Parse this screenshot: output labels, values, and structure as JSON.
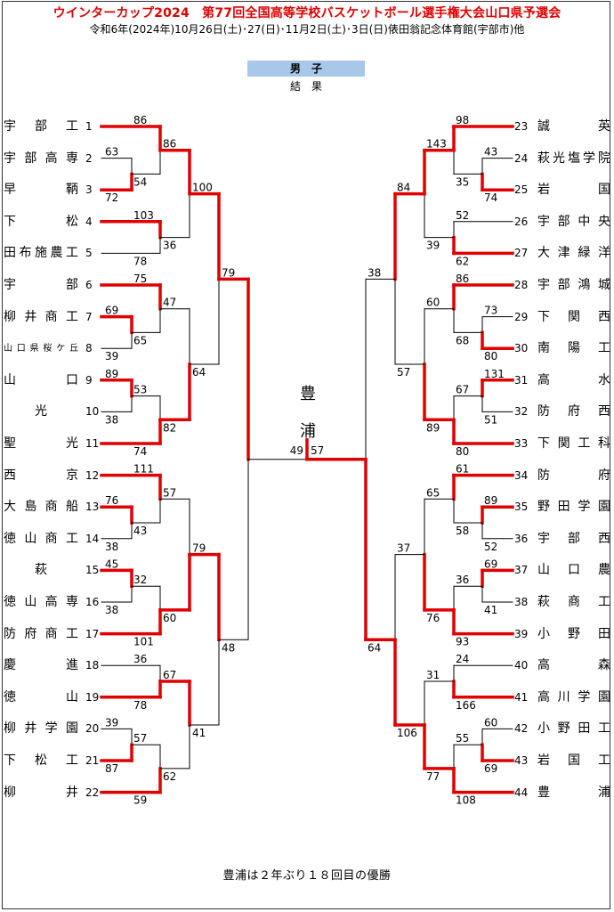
{
  "header": {
    "title": "ウインターカップ2024　第77回全国高等学校バスケットボール選手権大会山口県予選会",
    "subtitle": "令和6年(2024年)10月26日(土)･27(日)･11月2日(土)･3日(日)俵田翁記念体育館(宇部市)他",
    "division": "男　子",
    "results_label": "結　果"
  },
  "champion": {
    "line1": "豊",
    "line2": "浦"
  },
  "footer": "豊浦は２年ぶり１８回目の優勝",
  "colors": {
    "title": "#e00000",
    "winner_line": "#e00000",
    "loser_line": "#000000",
    "division_bg": "#a7c8e8"
  },
  "left_teams": [
    {
      "seed": "1",
      "name": "宇部工"
    },
    {
      "seed": "2",
      "name": "宇部高専"
    },
    {
      "seed": "3",
      "name": "早鞆"
    },
    {
      "seed": "4",
      "name": "下松"
    },
    {
      "seed": "5",
      "name": "田布施農工"
    },
    {
      "seed": "6",
      "name": "宇部"
    },
    {
      "seed": "7",
      "name": "柳井商工"
    },
    {
      "seed": "8",
      "name": "山口県桜ケ丘"
    },
    {
      "seed": "9",
      "name": "山口"
    },
    {
      "seed": "10",
      "name": "光"
    },
    {
      "seed": "11",
      "name": "聖光"
    },
    {
      "seed": "12",
      "name": "西京"
    },
    {
      "seed": "13",
      "name": "大島商船"
    },
    {
      "seed": "14",
      "name": "徳山商工"
    },
    {
      "seed": "15",
      "name": "萩"
    },
    {
      "seed": "16",
      "name": "徳山高専"
    },
    {
      "seed": "17",
      "name": "防府商工"
    },
    {
      "seed": "18",
      "name": "慶進"
    },
    {
      "seed": "19",
      "name": "徳山"
    },
    {
      "seed": "20",
      "name": "柳井学園"
    },
    {
      "seed": "21",
      "name": "下松工"
    },
    {
      "seed": "22",
      "name": "柳井"
    }
  ],
  "right_teams": [
    {
      "seed": "23",
      "name": "誠英"
    },
    {
      "seed": "24",
      "name": "萩光塩学院"
    },
    {
      "seed": "25",
      "name": "岩国"
    },
    {
      "seed": "26",
      "name": "宇部中央"
    },
    {
      "seed": "27",
      "name": "大津緑洋"
    },
    {
      "seed": "28",
      "name": "宇部鴻城"
    },
    {
      "seed": "29",
      "name": "下関西"
    },
    {
      "seed": "30",
      "name": "南陽工"
    },
    {
      "seed": "31",
      "name": "高水"
    },
    {
      "seed": "32",
      "name": "防府西"
    },
    {
      "seed": "33",
      "name": "下関工科"
    },
    {
      "seed": "34",
      "name": "防府"
    },
    {
      "seed": "35",
      "name": "野田学園"
    },
    {
      "seed": "36",
      "name": "宇部西"
    },
    {
      "seed": "37",
      "name": "山口農"
    },
    {
      "seed": "38",
      "name": "萩商工"
    },
    {
      "seed": "39",
      "name": "小野田"
    },
    {
      "seed": "40",
      "name": "高森"
    },
    {
      "seed": "41",
      "name": "高川学園"
    },
    {
      "seed": "42",
      "name": "小野田工"
    },
    {
      "seed": "43",
      "name": "岩国工"
    },
    {
      "seed": "44",
      "name": "豊浦"
    }
  ],
  "scores": {
    "L_r1_2_3": [
      "63",
      "72"
    ],
    "L_r1_7_8": [
      "69",
      "39"
    ],
    "L_r1_9_10": [
      "89",
      "38"
    ],
    "L_r1_13_14": [
      "76",
      "38"
    ],
    "L_r1_15_16": [
      "45",
      "38"
    ],
    "L_r1_20_21": [
      "39",
      "87"
    ],
    "L_r2_1_23": [
      "86",
      "54"
    ],
    "L_r2_4_5": [
      "103",
      "78"
    ],
    "L_r2_6_78": [
      "75",
      "65"
    ],
    "L_r2_910_11": [
      "53",
      "74"
    ],
    "L_r2_12_1314": [
      "111",
      "43"
    ],
    "L_r2_1516_17": [
      "32",
      "101"
    ],
    "L_r2_18_19": [
      "36",
      "78"
    ],
    "L_r2_2021_22": [
      "57",
      "59"
    ],
    "L_r3_a": [
      "86",
      "36"
    ],
    "L_r3_b": [
      "47",
      "82"
    ],
    "L_r3_c": [
      "57",
      "60"
    ],
    "L_r3_d": [
      "67",
      "62"
    ],
    "L_r4_a": [
      "100",
      "64"
    ],
    "L_r4_b": [
      "79",
      "41"
    ],
    "L_sf": [
      "79",
      "48"
    ],
    "final": [
      "49",
      "57"
    ],
    "R_r1_24_25": [
      "43",
      "74"
    ],
    "R_r1_29_30": [
      "73",
      "80"
    ],
    "R_r1_31_32": [
      "131",
      "51"
    ],
    "R_r1_35_36": [
      "89",
      "52"
    ],
    "R_r1_37_38": [
      "69",
      "41"
    ],
    "R_r1_42_43": [
      "60",
      "69"
    ],
    "R_r2_23_2425": [
      "98",
      "35"
    ],
    "R_r2_26_27": [
      "52",
      "62"
    ],
    "R_r2_28_2930": [
      "86",
      "68"
    ],
    "R_r2_3132_33": [
      "67",
      "80"
    ],
    "R_r2_34_3536": [
      "61",
      "58"
    ],
    "R_r2_3738_39": [
      "36",
      "93"
    ],
    "R_r2_40_41": [
      "24",
      "166"
    ],
    "R_r2_4243_44": [
      "55",
      "108"
    ],
    "R_r3_a": [
      "143",
      "39"
    ],
    "R_r3_b": [
      "60",
      "89"
    ],
    "R_r3_c": [
      "65",
      "76"
    ],
    "R_r3_d": [
      "31",
      "77"
    ],
    "R_r4_a": [
      "84",
      "57"
    ],
    "R_r4_b": [
      "37",
      "106"
    ],
    "R_sf": [
      "38",
      "64"
    ]
  }
}
